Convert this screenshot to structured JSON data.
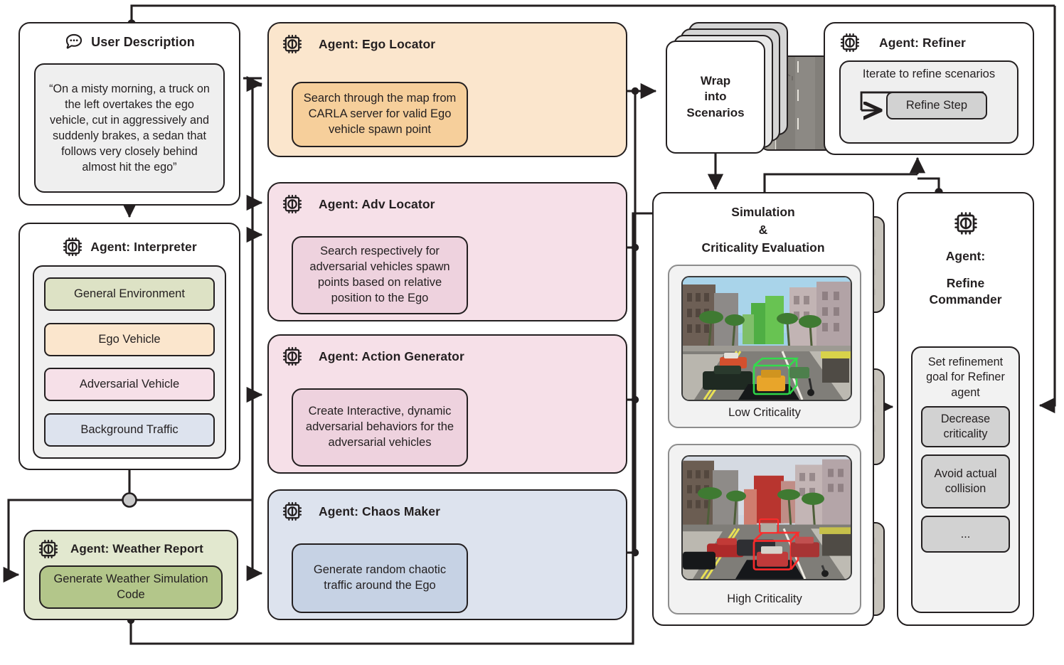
{
  "user_description": {
    "title": "User Description",
    "icon": "speech-bubble-icon",
    "quote": "“On a misty morning, a truck on the left overtakes the ego vehicle, cut in aggressively and suddenly brakes, a sedan that follows very closely behind almost hit the ego”"
  },
  "interpreter": {
    "title": "Agent: Interpreter",
    "icon": "chip-icon",
    "items": [
      {
        "label": "General Environment",
        "color": "#dde2c5"
      },
      {
        "label": "Ego Vehicle",
        "color": "#fbe6cd"
      },
      {
        "label": "Adversarial Vehicle",
        "color": "#f6e0e8"
      },
      {
        "label": "Background Traffic",
        "color": "#dde3ee"
      }
    ]
  },
  "weather": {
    "title": "Agent: Weather Report",
    "icon": "chip-icon",
    "action": "Generate Weather Simulation Code"
  },
  "agents": [
    {
      "id": "ego",
      "title": "Agent: Ego Locator",
      "icon": "chip-icon",
      "description": "Search through the map from CARLA server for valid Ego vehicle spawn point",
      "thumbnail": "carla-topdown-map-ego"
    },
    {
      "id": "adv",
      "title": "Agent: Adv Locator",
      "icon": "chip-icon",
      "description": "Search respectively for adversarial vehicles spawn points based on relative position to the Ego",
      "thumbnail": "carla-topdown-map-adversarial"
    },
    {
      "id": "actgen",
      "title": "Agent: Action Generator",
      "icon": "chip-icon",
      "description": "Create Interactive, dynamic adversarial behaviors for the adversarial vehicles",
      "thumbnail": "carla-topdown-map-actions"
    },
    {
      "id": "chaos",
      "title": "Agent: Chaos Maker",
      "icon": "chip-icon",
      "description": "Generate random chaotic traffic around the Ego",
      "thumbnail": "carla-topdown-map-chaos"
    }
  ],
  "wrap": {
    "label": "Wrap\ninto\nScenarios",
    "line1": "Wrap",
    "line2": "into",
    "line3": "Scenarios"
  },
  "refiner": {
    "title": "Agent: Refiner",
    "icon": "chip-icon",
    "iterate_text": "Iterate to refine scenarios",
    "step_label": "Refine Step"
  },
  "simulation": {
    "title_line1": "Simulation",
    "title_line2": "&",
    "title_line3": "Criticality Evaluation",
    "cards": [
      {
        "label": "Low Criticality",
        "image": "carla-street-low-criticality",
        "highlight_color": "#2fe04a"
      },
      {
        "label": "High Criticality",
        "image": "carla-street-high-criticality",
        "highlight_color": "#ff2b2b"
      }
    ]
  },
  "commander": {
    "icon": "chip-icon",
    "title_line1": "Agent:",
    "title_line2": "Refine",
    "title_line3": "Commander",
    "goal_text": "Set refinement goal for Refiner agent",
    "goals": [
      "Decrease criticality",
      "Avoid actual collision",
      "..."
    ]
  },
  "colors": {
    "ego": "#fbe6cd",
    "ego_inner": "#f6cf9b",
    "adv": "#f6e0e8",
    "adv_inner": "#eed2de",
    "chaos": "#dde3ee",
    "chaos_inner": "#c6d2e4",
    "weather": "#e2e8cf",
    "weather_inner": "#b3c68a",
    "env": "#dde2c5",
    "stroke": "#231f20",
    "grey_panel": "#efefef",
    "grey_pill": "#d2d2d2"
  }
}
